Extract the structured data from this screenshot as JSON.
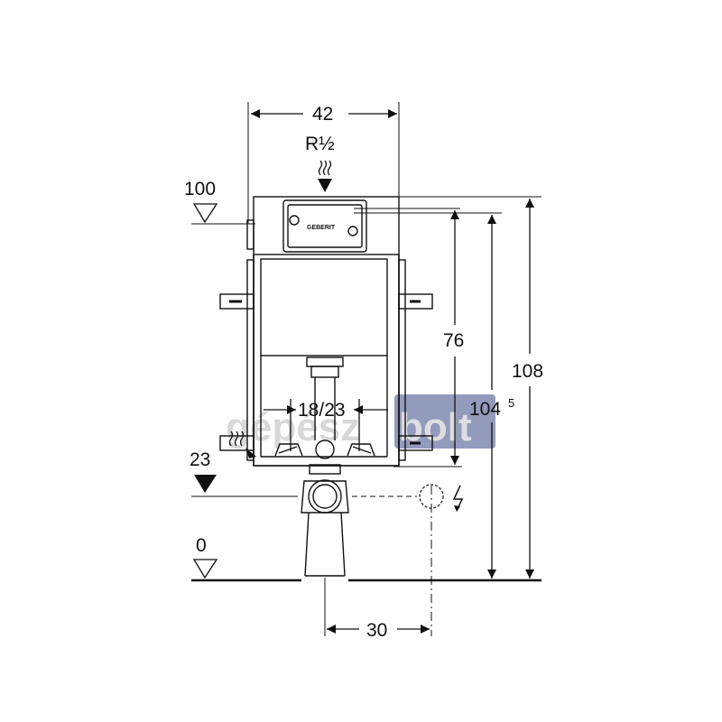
{
  "diagram": {
    "dimensions": {
      "width": "42",
      "supply": "R½",
      "top_level": "100",
      "actuator_height": "76",
      "height_mid": "104",
      "height_mid_sup": "5",
      "height_total": "108",
      "drain_spacing": "18/23",
      "drain_level": "23",
      "floor_level": "0",
      "power_offset": "30"
    },
    "brand_label": "GEBERIT",
    "watermark": {
      "left_part": "gépész",
      "right_part": "bolt"
    },
    "colors": {
      "line": "#111111",
      "watermark_box": "#6f7aa6",
      "watermark_text": "#c9c9c9"
    }
  }
}
